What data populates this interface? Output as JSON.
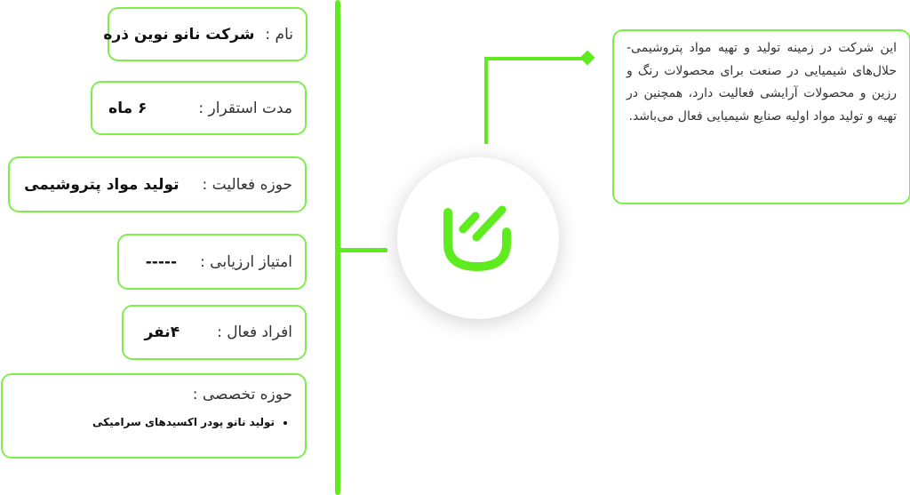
{
  "accent_color": "#5fec1f",
  "name": {
    "label": "نام :",
    "value": "شرکت نانو نوین ذره"
  },
  "stability": {
    "label": "مدت استقرار :",
    "value": "۶ ماه"
  },
  "field": {
    "label": "حوزه فعالیت :",
    "value": "تولید مواد پتروشیمی"
  },
  "rating": {
    "label": "امتیاز ارزیابی :",
    "value": "-----"
  },
  "staff": {
    "label": "افراد فعال :",
    "value": "۴نفر"
  },
  "specialty": {
    "label": "حوزه تخصصی :",
    "items": [
      "تولید نانو پودر اکسیدهای سرامیکی"
    ]
  },
  "description": "این شرکت در زمینه تولید و تهیه مواد پتروشیمی- حلال‌های شیمیایی در صنعت برای محصولات رنگ و رزین و محصولات آرایشی فعالیت دارد، همچنین در تهیه و تولید مواد اولیه صنایع شیمیایی فعال می‌باشد.",
  "logo_icon": "company-logo-icon"
}
